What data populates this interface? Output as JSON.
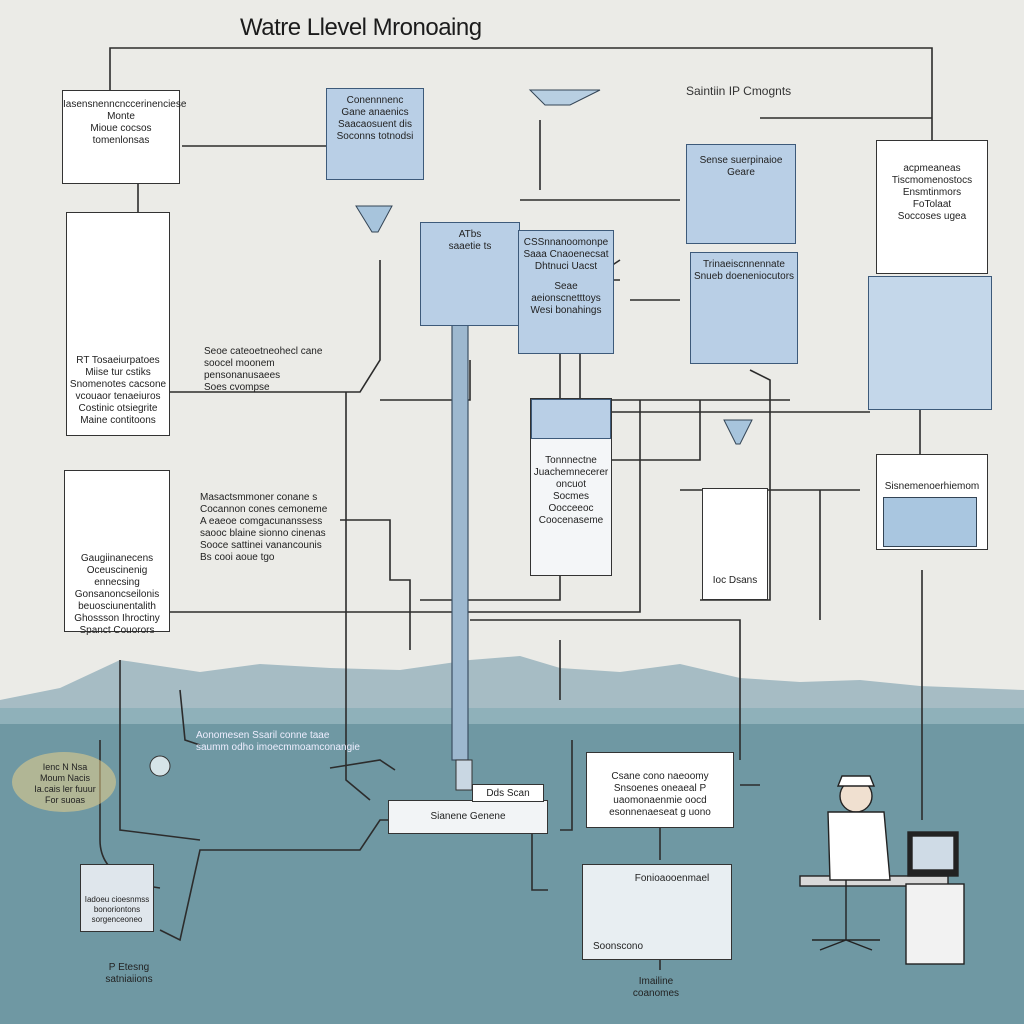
{
  "title": "Watre Llevel Mronoaing",
  "subtitle": "Saintiin IP Cmognts",
  "panels": {
    "top_left_text": "Iasensnenncnccerinenciese\nMonte\nMioue cocsos\ntomenlonsas",
    "display_caption": "RT Tosaeiurpatoes\nMiise tur cstiks\nSnomenotes cacsone\nvcouaor tenaeiuros\nCostinic otsiegrite\nMaine contitoons",
    "monitor_caption": "Gaugiinanecens\nOceuscinenig ennecsing\nGonsanoncseilonis\nbeuosciunentalith\nGhossson Ihroctiny\nSpanct Couorors",
    "tank_top": "Conennnenc\nGane anaenics\nSaacaosuent dis\nSoconns totnodsi",
    "center_tank_left": "ATbs\nsaaetie ts",
    "center_tank_right": "CSSnnanoomonpe\nSaaa Cnaoenecsat\nDhtnuci Uacst",
    "center_tank_mid": "Seae aeionscnetttoys\nWesi bonahings",
    "right_machine_top": "Sense suerpinaioe\nGeare",
    "right_machine_bottom": "Trinaeiscnnennate\nSnueb doeneniocutors",
    "right_panel_text": "acpmeaneas\nTiscmomenostocs\nEnsmtinmors\nFoTolaat\nSoccoses ugea",
    "monitor_right": "Sisnemenoerhiemom",
    "mid_panel": "Tonnnectne\nJuachemnecerer\noncuot\nSocmes\nOocceeoc\nCoocenaseme",
    "mid_small": "Ioc Dsans",
    "mid_text_1": "Seoe cateoetneohecl cane\nsoocel moonem pensonanusaees\nSoes cvompse",
    "mid_text_2": "Masactsmmoner conane s\nCocannon cones cemoneme\nA eaeoe comgacunanssess\nsaooc blaine sionno cinenas\nSooce sattinei vanancounis\nBs cooi aoue tgo",
    "water_label": "Aonomesen Ssaril conne taae\nsaumm odho imoecmmoamconangie",
    "sensor_box": "Sianene Genene",
    "sensor_label": "Dds Scan",
    "info_box": "Csane cono naeoomy\nSnsoenes oneaeal P\nuaomonaenmie oocd\nesonnenaeseat g uono",
    "tablet": "Iadoeu cioesnmss\nbonoriontons\nsorgenceoneo",
    "bottom_left_caption": "P Etesng\nsatniaiions",
    "bottom_center_box": "Fonioaooenmael",
    "bottom_center_label": "Soonscono",
    "bottom_center_caption": "Imailine\ncoanomes",
    "warning_box": "Ienc N Nsa\nMoum Nacis\nIa.cais ler fuuur\nFor suoas"
  },
  "colors": {
    "background": "#ebebe7",
    "tank_blue": "#b9cfe6",
    "water": "#6f98a3",
    "hills": "#a6bcc4",
    "line": "#2c2c2c"
  }
}
